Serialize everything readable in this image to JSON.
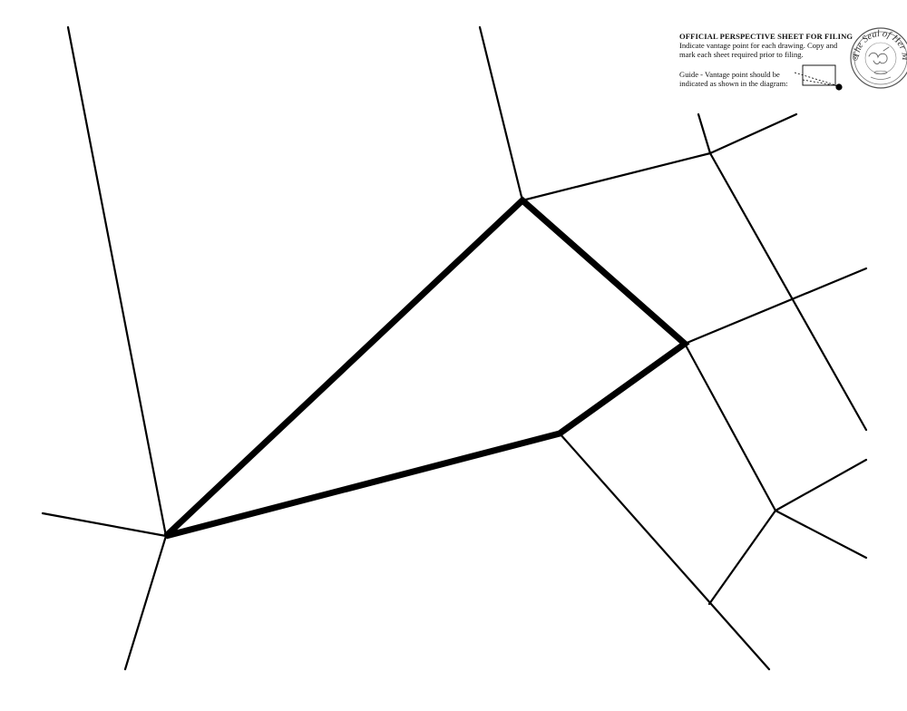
{
  "sheet": {
    "title": "OFFICIAL PERSPECTIVE SHEET FOR FILING",
    "instructions": "Indicate vantage point for each drawing. Copy and mark each sheet required prior to filing.",
    "guide_text": "Guide - Vantage point should be indicated as shown in the diagram:"
  },
  "seal": {
    "text": "The Seal of Her Majesty"
  },
  "colors": {
    "ink": "#000000",
    "paper": "#ffffff",
    "seal_ink": "#555555"
  }
}
